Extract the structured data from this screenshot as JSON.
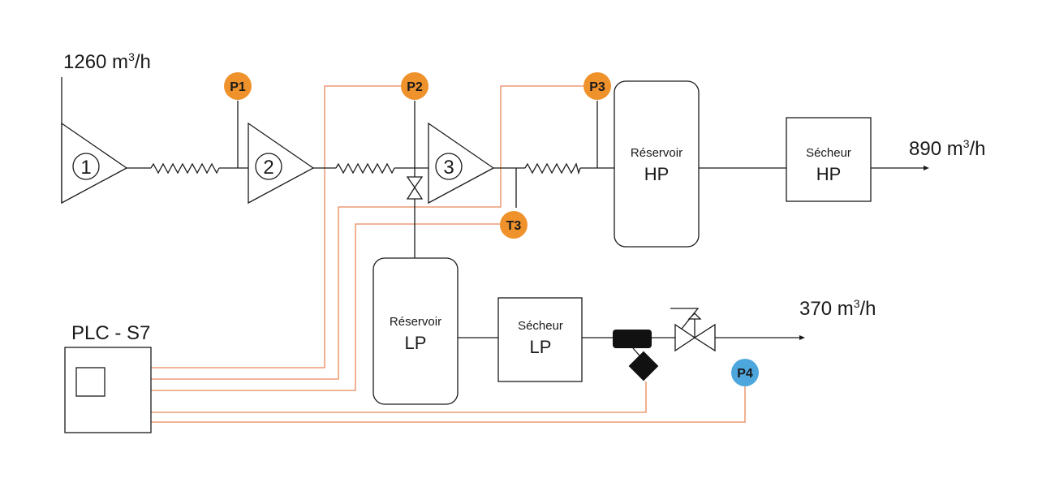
{
  "flows": {
    "inlet": "1260 m",
    "inlet_unit": "/h",
    "hp_out": "890 m",
    "hp_out_unit": "/h",
    "lp_out": "370 m",
    "lp_out_unit": "/h",
    "exponent": "3"
  },
  "compressors": [
    "1",
    "2",
    "3"
  ],
  "sensors": {
    "p1": "P1",
    "p2": "P2",
    "p3": "P3",
    "t3": "T3",
    "p4": "P4"
  },
  "tanks": {
    "hp": {
      "line1": "Réservoir",
      "line2": "HP"
    },
    "lp": {
      "line1": "Réservoir",
      "line2": "LP"
    }
  },
  "dryers": {
    "hp": {
      "line1": "Sécheur",
      "line2": "HP"
    },
    "lp": {
      "line1": "Sécheur",
      "line2": "LP"
    }
  },
  "plc": {
    "label": "PLC - S7"
  },
  "colors": {
    "sensor_orange": "#f0922b",
    "sensor_blue": "#4da6dc",
    "signal_line": "#e9885a",
    "line": "#1a1a1a"
  }
}
